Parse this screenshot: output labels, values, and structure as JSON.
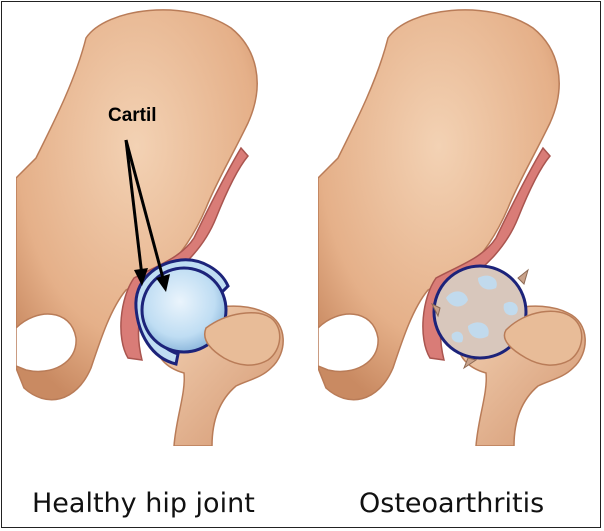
{
  "panels": [
    {
      "caption": "Healthy hip joint",
      "annotation": "Cartil"
    },
    {
      "caption": "Osteoarthritis"
    }
  ],
  "colors": {
    "bone": "#E5B089",
    "bone_shadow": "#C98A62",
    "bone_light": "#F3D2B4",
    "tissue": "#D97C77",
    "cartilage": "#BFDDF3",
    "cartilage_edge": "#1C237A",
    "arrow": "#000000"
  }
}
